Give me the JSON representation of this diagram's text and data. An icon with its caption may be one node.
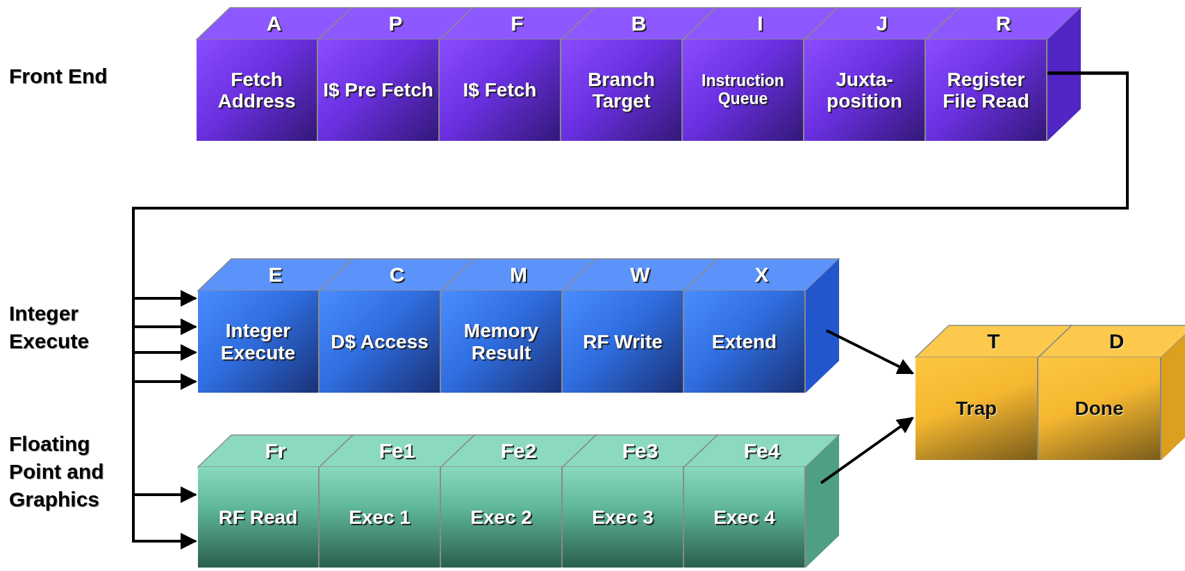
{
  "diagram": {
    "nodes": [
      {
        "text": [
          "A",
          "Fetch Address"
        ]
      },
      {
        "text": [
          "P",
          "I$ Pre Fetch"
        ]
      },
      {
        "text": [
          "F",
          "I$ Fetch"
        ]
      },
      {
        "text": [
          "B",
          "Branch Target"
        ]
      },
      {
        "text": [
          "I",
          "Instruction Queue"
        ]
      },
      {
        "text": [
          "J",
          "Juxta- position"
        ]
      },
      {
        "text": [
          "R",
          "Register File Read"
        ]
      },
      {
        "text": [
          "E",
          "Integer Execute"
        ]
      },
      {
        "text": [
          "C",
          "D$ Access"
        ]
      },
      {
        "text": [
          "M",
          "Memory Result"
        ]
      },
      {
        "text": [
          "W",
          "RF Write"
        ]
      },
      {
        "text": [
          "X",
          "Extend"
        ]
      },
      {
        "text": [
          "Fr",
          "RF Read"
        ]
      },
      {
        "text": [
          "Fe1",
          "Exec 1"
        ]
      },
      {
        "text": [
          "Fe2",
          "Exec 2"
        ]
      },
      {
        "text": [
          "Fe3",
          "Exec 3"
        ]
      },
      {
        "text": [
          "Fe4",
          "Exec 4"
        ]
      },
      {
        "text": [
          "T",
          "Trap"
        ]
      },
      {
        "text": [
          "D",
          "Done"
        ]
      }
    ],
    "edges": [
      {
        "from": 6,
        "to": 7,
        "arrow": "to"
      },
      {
        "from": 6,
        "to": 7,
        "arrow": "to"
      },
      {
        "from": 6,
        "to": 7,
        "arrow": "to"
      },
      {
        "from": 6,
        "to": 7,
        "arrow": "to"
      },
      {
        "from": 6,
        "to": 12,
        "arrow": "to"
      },
      {
        "from": 6,
        "to": 12,
        "arrow": "to"
      },
      {
        "from": 11,
        "to": 17,
        "arrow": "to"
      },
      {
        "from": 16,
        "to": 17,
        "arrow": "to"
      }
    ],
    "labels": [
      "Front End",
      "Integer Execute",
      "Floating Point and Graphics"
    ]
  }
}
